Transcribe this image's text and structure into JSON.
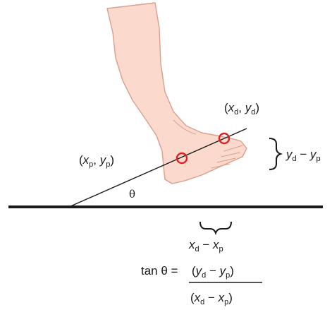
{
  "labels": {
    "point_p": {
      "open": "(",
      "x": "x",
      "x_sub": "p",
      "sep": ", ",
      "y": "y",
      "y_sub": "p",
      "close": ")"
    },
    "point_d": {
      "open": "(",
      "x": "x",
      "x_sub": "d",
      "sep": ", ",
      "y": "y",
      "y_sub": "d",
      "close": ")"
    },
    "theta": "θ",
    "rise": {
      "a": "y",
      "a_sub": "d",
      "op": " − ",
      "b": "y",
      "b_sub": "p"
    },
    "run": {
      "a": "x",
      "a_sub": "d",
      "op": " − ",
      "b": "x",
      "b_sub": "p"
    },
    "formula": {
      "lhs": "tan θ =",
      "num": {
        "open": "(",
        "a": "y",
        "a_sub": "d",
        "op": " − ",
        "b": "y",
        "b_sub": "p",
        "close": ")"
      },
      "den": {
        "open": "(",
        "a": "x",
        "a_sub": "d",
        "op": " − ",
        "b": "x",
        "b_sub": "p",
        "close": ")"
      }
    }
  },
  "colors": {
    "skin": "#fbd9cc",
    "skin_outline": "#d8a090",
    "marker": "#e02020",
    "line": "#1a1a1a"
  }
}
